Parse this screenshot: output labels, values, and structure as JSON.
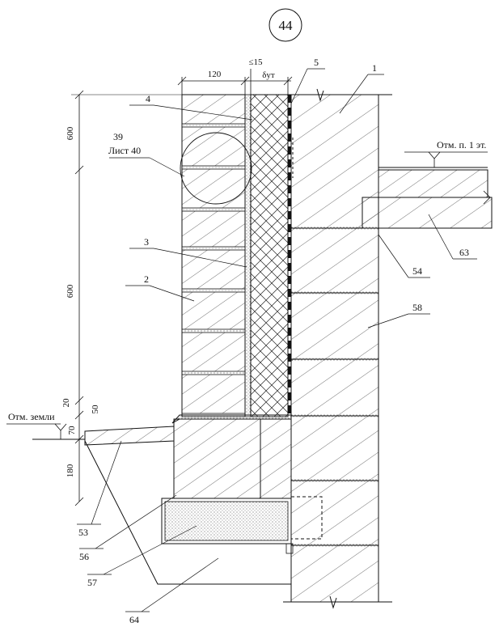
{
  "sheet_number": "44",
  "dimensions": {
    "brick_width": "120",
    "gap_width": "≤15",
    "insulation_width": "δут",
    "height_upper": "600",
    "height_lower": "600",
    "step_20": "20",
    "step_50": "50",
    "step_70": "70",
    "footing_180": "180"
  },
  "elevations": {
    "floor_label": "Отм. п. 1 эт.",
    "ground_label": "Отм. земли"
  },
  "callouts": [
    {
      "id": "1"
    },
    {
      "id": "2"
    },
    {
      "id": "3"
    },
    {
      "id": "4"
    },
    {
      "id": "5"
    },
    {
      "id": "39",
      "sub": "Лист 40"
    },
    {
      "id": "53"
    },
    {
      "id": "54"
    },
    {
      "id": "56"
    },
    {
      "id": "57"
    },
    {
      "id": "58"
    },
    {
      "id": "63"
    },
    {
      "id": "64"
    }
  ],
  "colors": {
    "line": "#111111",
    "hatch": "#333333",
    "background": "#ffffff"
  }
}
